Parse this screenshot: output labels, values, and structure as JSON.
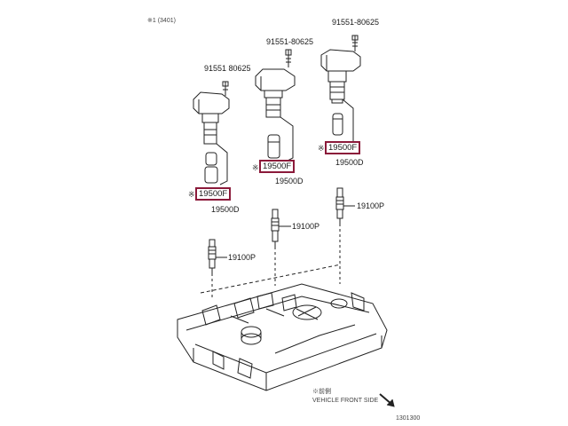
{
  "header_code": "※1 (3401)",
  "labels": {
    "bolt_right": "91551-80625",
    "bolt_center": "91551-80625",
    "bolt_left": "91551 80625",
    "coil_part_right": "19500F",
    "coil_part_center": "19500F",
    "coil_part_left": "19500F",
    "coil_right": "19500D",
    "coil_center": "19500D",
    "coil_left": "19500D",
    "plug_right": "19100P",
    "plug_center": "19100P",
    "plug_left": "19100P",
    "asterisk": "※"
  },
  "footer": {
    "front_note_line1": "※前側",
    "front_note_line2": "VEHICLE FRONT SIDE",
    "figure_code": "1301300"
  },
  "colors": {
    "highlight_border": "#8b1a3a",
    "line": "#222222"
  }
}
